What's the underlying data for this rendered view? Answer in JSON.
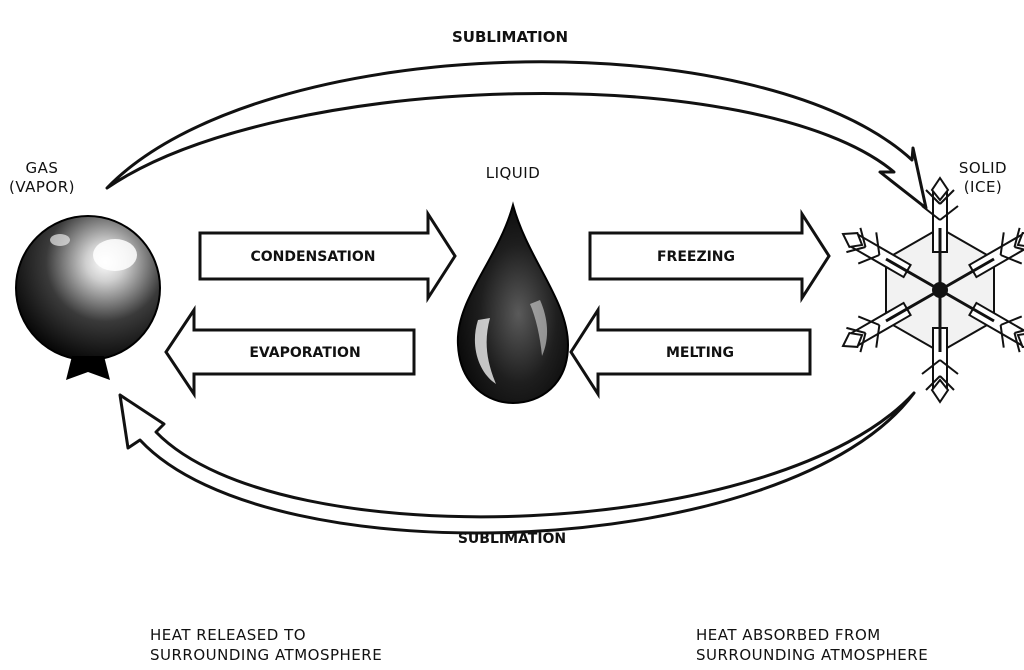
{
  "states": {
    "gas": {
      "line1": "GAS",
      "line2": "(VAPOR)"
    },
    "liquid": {
      "label": "LIQUID"
    },
    "solid": {
      "line1": "SOLID",
      "line2": "(ICE)"
    }
  },
  "arrows": {
    "sublimation_top": "SUBLIMATION",
    "sublimation_bottom": "SUBLIMATION",
    "condensation": "CONDENSATION",
    "evaporation": "EVAPORATION",
    "freezing": "FREEZING",
    "melting": "MELTING"
  },
  "heat": {
    "released": {
      "line1": "HEAT RELEASED TO",
      "line2": "SURROUNDING ATMOSPHERE"
    },
    "absorbed": {
      "line1": "HEAT ABSORBED FROM",
      "line2": "SURROUNDING ATMOSPHERE"
    }
  }
}
